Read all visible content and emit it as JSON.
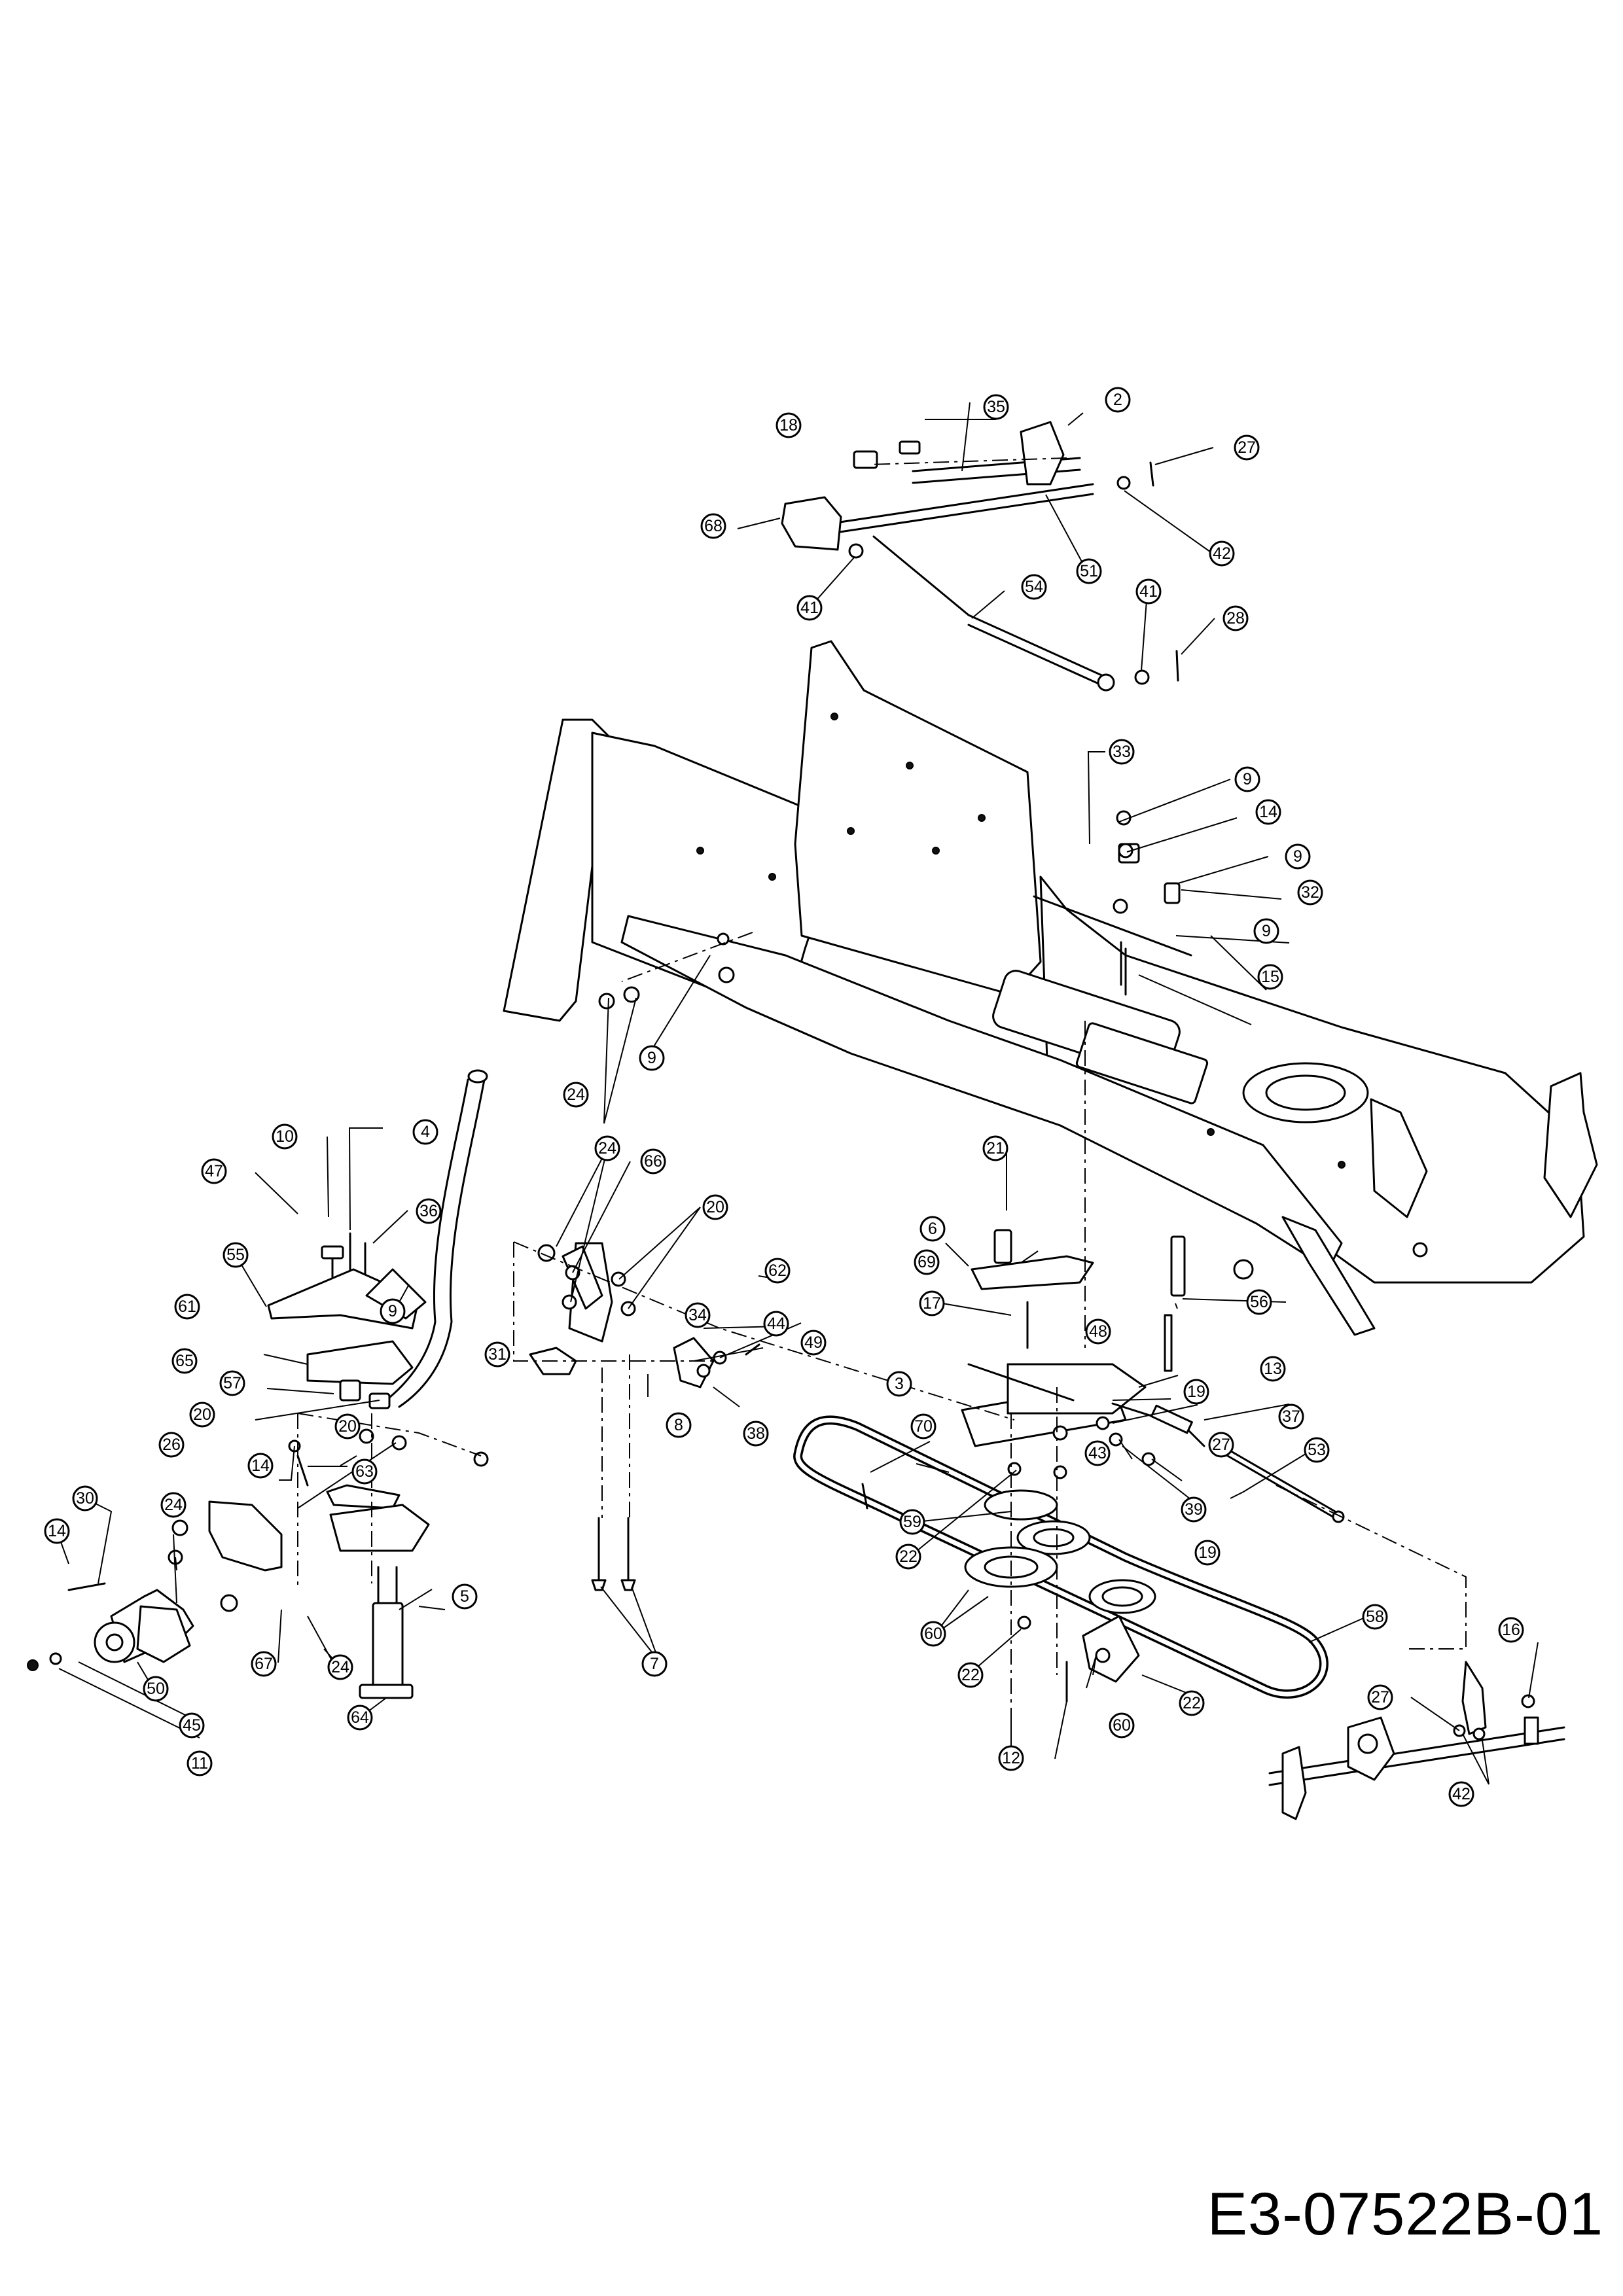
{
  "drawing_code": "E3-07522B-01",
  "part_numbers": [
    "2",
    "3",
    "4",
    "5",
    "6",
    "7",
    "8",
    "9",
    "10",
    "11",
    "12",
    "13",
    "14",
    "15",
    "16",
    "17",
    "18",
    "19",
    "20",
    "21",
    "22",
    "24",
    "26",
    "27",
    "28",
    "30",
    "31",
    "32",
    "33",
    "34",
    "35",
    "36",
    "37",
    "38",
    "39",
    "41",
    "42",
    "43",
    "44",
    "45",
    "47",
    "48",
    "49",
    "50",
    "51",
    "53",
    "54",
    "55",
    "56",
    "57",
    "58",
    "59",
    "60",
    "61",
    "62",
    "63",
    "64",
    "65",
    "66",
    "67",
    "68",
    "69",
    "70"
  ]
}
